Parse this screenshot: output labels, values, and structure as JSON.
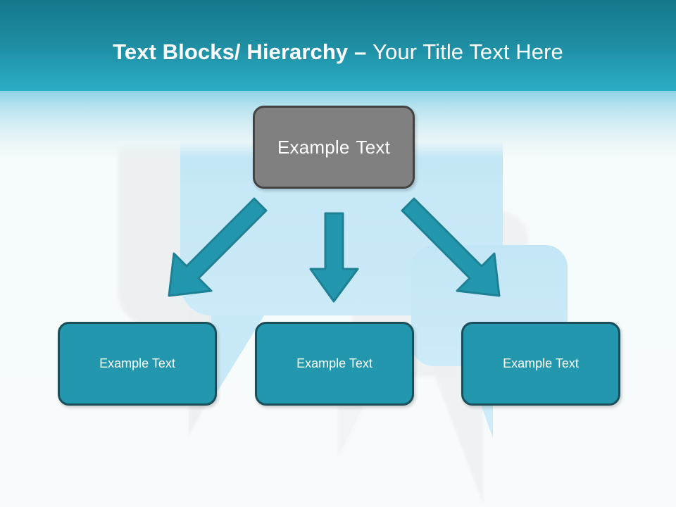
{
  "slide": {
    "title": {
      "bold_part": "Text Blocks/ Hierarchy – ",
      "light_part": "Your Title Text Here",
      "full": "Text Blocks/ Hierarchy – Your Title Text Here"
    },
    "colors": {
      "header_top": "#17788b",
      "header_bottom": "#2cadc6",
      "parent_box_fill": "#808080",
      "parent_box_border": "#434343",
      "child_box_fill": "#2397ad",
      "child_box_border": "#1b4e5b",
      "arrow_fill": "#2397ad",
      "arrow_stroke": "#1d8094",
      "bubble_fill": "#c6e8f7",
      "slide_background": "#f6fafb",
      "text_color": "#ffffff"
    }
  },
  "diagram": {
    "parent": {
      "label": "Example Text",
      "label_word_1": "Example",
      "label_word_2": "Text"
    },
    "children": [
      {
        "label": "Example Text"
      },
      {
        "label": "Example Text"
      },
      {
        "label": "Example Text"
      }
    ],
    "connectors": [
      {
        "name": "arrow-to-child-1",
        "direction": "down-left"
      },
      {
        "name": "arrow-to-child-2",
        "direction": "down"
      },
      {
        "name": "arrow-to-child-3",
        "direction": "down-right"
      }
    ]
  }
}
